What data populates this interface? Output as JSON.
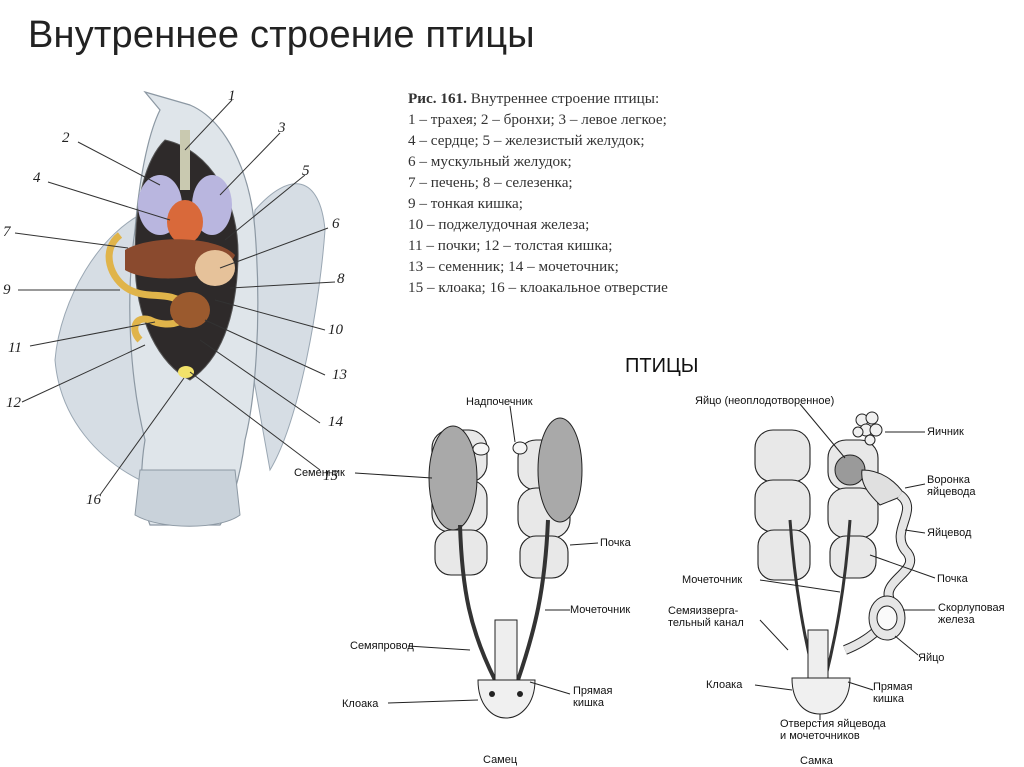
{
  "title": "Внутреннее строение птицы",
  "caption": {
    "heading": "Рис. 161.",
    "lines": [
      "Внутреннее строение птицы:",
      "1 – трахея; 2 – бронхи; 3 – левое легкое;",
      "4 – сердце; 5 – железистый желудок;",
      "6 – мускульный желудок;",
      "7 – печень; 8 – селезенка;",
      "9 – тонкая кишка;",
      "10 – поджелудочная железа;",
      "11 – почки; 12 – толстая кишка;",
      "13 – семенник; 14 – мочеточник;",
      "15 – клоака; 16 – клоакальное отверстие"
    ]
  },
  "bird_numbers": [
    "1",
    "2",
    "3",
    "4",
    "5",
    "6",
    "7",
    "8",
    "9",
    "10",
    "11",
    "12",
    "13",
    "14",
    "15",
    "16"
  ],
  "section_title": "ПТИЦЫ",
  "male": {
    "labels": {
      "adrenal": "Надпочечник",
      "testis": "Семенник",
      "kidney": "Почка",
      "ureter": "Мочеточник",
      "vas_deferens": "Семяпровод",
      "cloaca": "Клоака",
      "rectum": "Прямая\nкишка",
      "caption": "Самец"
    }
  },
  "female": {
    "labels": {
      "egg": "Яйцо (неоплодотворенное)",
      "ovary": "Яичник",
      "funnel": "Воронка\nяйцевода",
      "oviduct": "Яйцевод",
      "kidney": "Почка",
      "ureter": "Мочеточник",
      "vestigial": "Семяизверга-\nтельный канал",
      "shell_gland": "Скорлуповая\nжелеза",
      "egg2": "Яйцо",
      "cloaca": "Клоака",
      "rectum": "Прямая\nкишка",
      "openings": "Отверстия яйцевода\nи мочеточников",
      "caption": "Самка"
    }
  },
  "colors": {
    "wing": "#d3dbe2",
    "liver": "#8a4a2e",
    "heart": "#d9693a",
    "lung": "#b9b6df",
    "intestine": "#e0b44a",
    "kidney_fill": "#e6e6e6",
    "testis_fill": "#a9a9a9"
  }
}
